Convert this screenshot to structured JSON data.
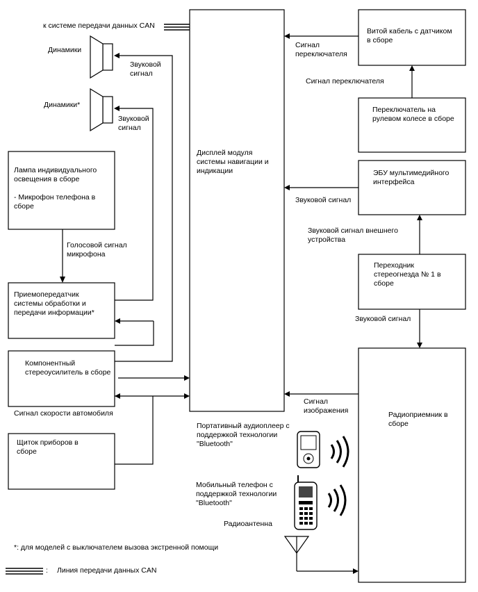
{
  "boxes": {
    "display": "Дисплей модуля\nсистемы навигации и\nиндикации",
    "twisted_cable": "Витой кабель с датчиком\nв сборе",
    "steering_switch": "Переключатель на\nрулевом колесе в сборе",
    "multimedia_ecu": "ЭБУ мультимедийного\nинтерфейса",
    "stereo_jack": "Переходник\nстереогнезда № 1 в\nсборе",
    "radio": "Радиоприемник в\nсборе",
    "lamp": "Лампа индивидуального\nосвещения в сборе\n\n- Микрофон телефона в\nсборе",
    "transceiver": "Приемопередатчик\nсистемы обработки и\nпередачи информации*",
    "amplifier": "Компонентный\nстереоусилитель в сборе",
    "cluster": "Щиток приборов в\nсборе"
  },
  "labels": {
    "can_system": "к системе передачи данных CAN",
    "speakers_1": "Динамики",
    "speakers_2": "Динамики*",
    "audio_signal_1": "Звуковой\nсигнал",
    "audio_signal_2": "Звуковой\nсигнал",
    "switch_signal_1": "Сигнал\nпереключателя",
    "switch_signal_2": "Сигнал переключателя",
    "audio_signal_ecu": "Звуковой сигнал",
    "external_audio": "Звуковой сигнал внешнего\nустройства",
    "audio_signal_jack": "Звуковой сигнал",
    "mic_voice": "Голосовой сигнал\nмикрофона",
    "image_signal": "Сигнал\nизображения",
    "vehicle_speed": "Сигнал скорости автомобиля",
    "bt_player": "Портативный аудиоплеер с\nподдержкой технологии\n\"Bluetooth\"",
    "bt_phone": "Мобильный телефон с\nподдержкой технологии\n\"Bluetooth\"",
    "antenna": "Радиоантенна",
    "footnote": "*: для моделей с выключателем вызова экстренной помощи",
    "legend_marker": ":",
    "legend_text": "Линия передачи данных CAN"
  },
  "icons": [
    "speaker-icon",
    "audio-player-icon",
    "mobile-phone-icon",
    "wireless-waves-icon",
    "antenna-icon"
  ]
}
